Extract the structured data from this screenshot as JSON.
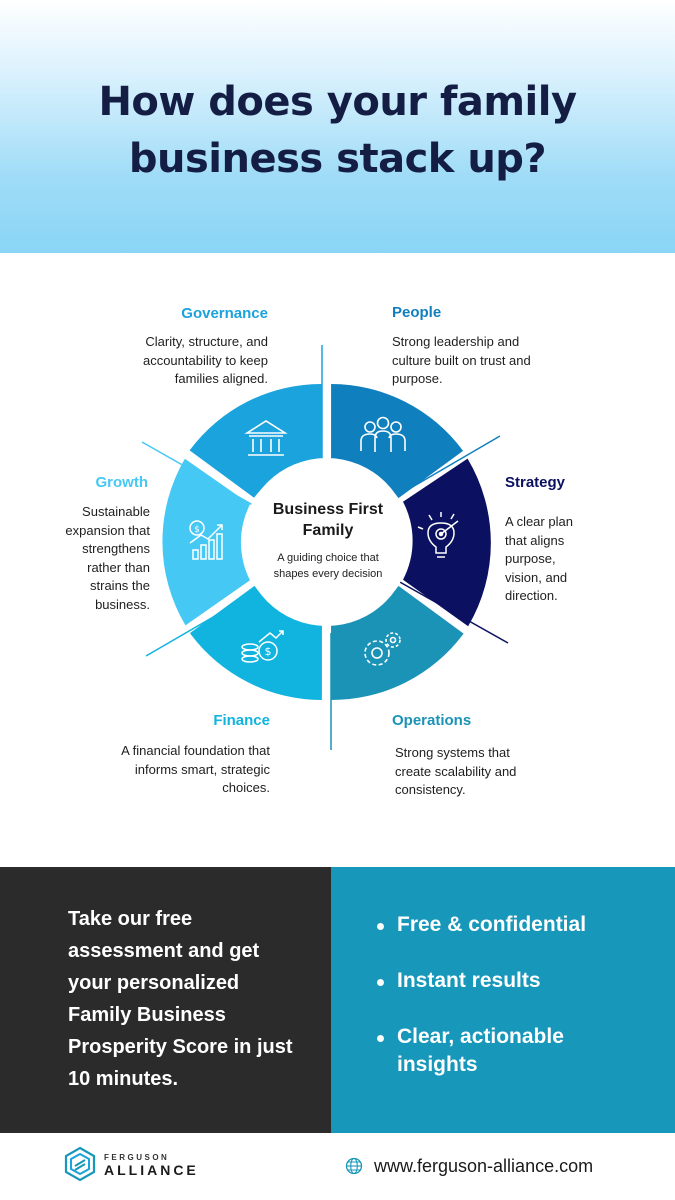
{
  "header": {
    "title": "How does your family business stack up?"
  },
  "pillars": {
    "governance": {
      "title": "Governance",
      "desc": "Clarity, structure, and accountability to keep families aligned.",
      "color": "#1aa3dc",
      "icon": "building-columns-icon"
    },
    "people": {
      "title": "People",
      "desc": "Strong leadership and culture built on trust and purpose.",
      "color": "#0f7fbd",
      "icon": "people-group-icon"
    },
    "strategy": {
      "title": "Strategy",
      "desc": "A clear plan that aligns purpose, vision, and direction.",
      "color": "#0b1160",
      "icon": "lightbulb-target-icon"
    },
    "operations": {
      "title": "Operations",
      "desc": "Strong systems that create scalability and consistency.",
      "color": "#1b93b7",
      "icon": "gears-icon"
    },
    "finance": {
      "title": "Finance",
      "desc": "A financial foundation that informs smart, strategic choices.",
      "color": "#10b4df",
      "icon": "money-coins-icon"
    },
    "growth": {
      "title": "Growth",
      "desc": "Sustainable expansion that strengthens rather than strains the business.",
      "color": "#45c8f4",
      "icon": "growth-chart-icon"
    }
  },
  "center": {
    "title": "Business First Family",
    "subtitle": "A guiding choice that shapes every decision"
  },
  "cta": {
    "text": "Take our free assessment and get your personalized Family Business Prosperity Score in just 10 minutes.",
    "bullets": [
      "Free & confidential",
      "Instant results",
      "Clear, actionable insights"
    ]
  },
  "footer": {
    "logo_top": "FERGUSON",
    "logo_bottom": "ALLIANCE",
    "url": "www.ferguson-alliance.com",
    "globe_icon": "globe-icon"
  },
  "colors": {
    "heading": "#141d44",
    "cta_dark": "#2b2b2b",
    "cta_teal": "#1797b9"
  }
}
